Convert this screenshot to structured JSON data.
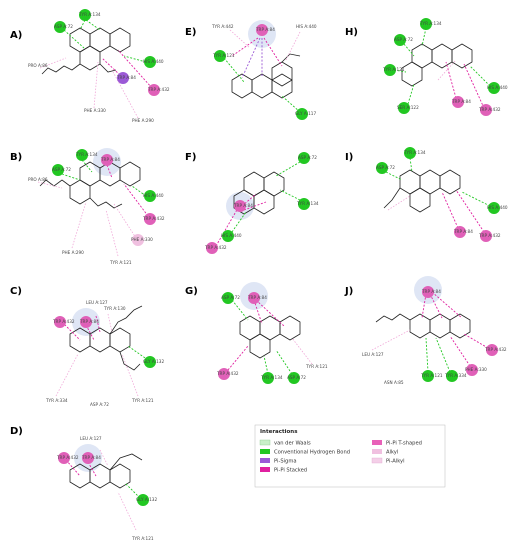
{
  "panels": [
    {
      "id": "A",
      "label": "A)",
      "residues": [
        "TYR A:134",
        "ASP A:72",
        "PRO A:86",
        "HIS A:440",
        "TRP A:84",
        "TRP A:432",
        "PHE A:330",
        "PHE A:290"
      ]
    },
    {
      "id": "B",
      "label": "B)",
      "residues": [
        "TYR A:134",
        "ASP A:72",
        "TRP A:84",
        "PRO A:86",
        "HIS A:440",
        "TRP A:432",
        "PHE A:330",
        "PHE A:290",
        "TYR A:121"
      ]
    },
    {
      "id": "C",
      "label": "C)",
      "residues": [
        "LEU A:127",
        "TYR A:130",
        "TRP A:432",
        "TRP A:84",
        "GLY A:132",
        "TYR A:334",
        "ASP A:72",
        "TYR A:121"
      ]
    },
    {
      "id": "D",
      "label": "D)",
      "residues": [
        "LEU A:127",
        "TRP A:432",
        "TRP A:84",
        "GLY A:132",
        "TYR A:121"
      ]
    },
    {
      "id": "E",
      "label": "E)",
      "residues": [
        "TYR A:442",
        "TRP A:84",
        "HIS A:440",
        "TYR A:121",
        "GLY A:117"
      ]
    },
    {
      "id": "F",
      "label": "F)",
      "residues": [
        "ASP A:72",
        "TRP A:84",
        "TYR A:134",
        "HIS A:440",
        "TRP A:432"
      ]
    },
    {
      "id": "G",
      "label": "G)",
      "residues": [
        "ASP A:72",
        "TRP A:84",
        "TRP A:432",
        "TYR A:134",
        "ASP A:72",
        "TYR A:121"
      ]
    },
    {
      "id": "H",
      "label": "H)",
      "residues": [
        "TYR A:134",
        "ASP A:72",
        "TYR A:121",
        "HIS A:440",
        "SER A:122",
        "TRP A:84",
        "TRP A:432"
      ]
    },
    {
      "id": "I",
      "label": "I)",
      "residues": [
        "TYR A:134",
        "ASP A:72",
        "HIS A:440",
        "TRP A:84",
        "TRP A:432"
      ]
    },
    {
      "id": "J",
      "label": "J)",
      "residues": [
        "TRP A:84",
        "LEU A:127",
        "TRP A:432",
        "PHE A:330",
        "ASN A:85",
        "TYR A:121",
        "TYR A:334"
      ]
    }
  ],
  "legend": {
    "title": "Interactions",
    "items": [
      {
        "label": "van der Waals",
        "color": "#c8f0c8"
      },
      {
        "label": "Conventional Hydrogen Bond",
        "color": "#22c722"
      },
      {
        "label": "Pi-Sigma",
        "color": "#9b59d6"
      },
      {
        "label": "Pi-Pi Stacked",
        "color": "#e020a0"
      },
      {
        "label": "Pi-Pi T-shaped",
        "color": "#e860b8"
      },
      {
        "label": "Alkyl",
        "color": "#f0c0e0"
      },
      {
        "label": "Pi-Alkyl",
        "color": "#f4cfe8"
      }
    ]
  },
  "colors": {
    "hbond": "#22c722",
    "pistack": "#e020a0",
    "alkyl": "#f0a8d8",
    "pisigma": "#9b59d6",
    "halo": "#dfe6f5"
  }
}
